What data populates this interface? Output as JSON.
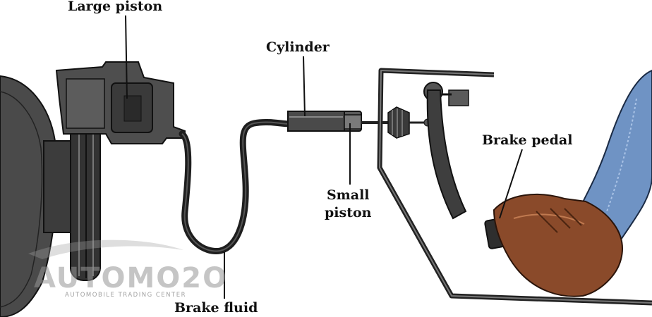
{
  "labels": {
    "large_piston": "Large piston",
    "cylinder": "Cylinder",
    "brake_pedal": "Brake pedal",
    "small_piston_line1": "Small",
    "small_piston_line2": "piston",
    "brake_fluid": "Brake fluid"
  },
  "watermark": {
    "title": "AUTOMO2O",
    "subtitle": "AUTOMOBILE TRADING CENTER"
  },
  "colors": {
    "metal_dark": "#3a3a3a",
    "metal_mid": "#5a5a5a",
    "hose": "#1e1e1e",
    "boot": "#8a4a2a",
    "jeans": "#6f93c4"
  }
}
